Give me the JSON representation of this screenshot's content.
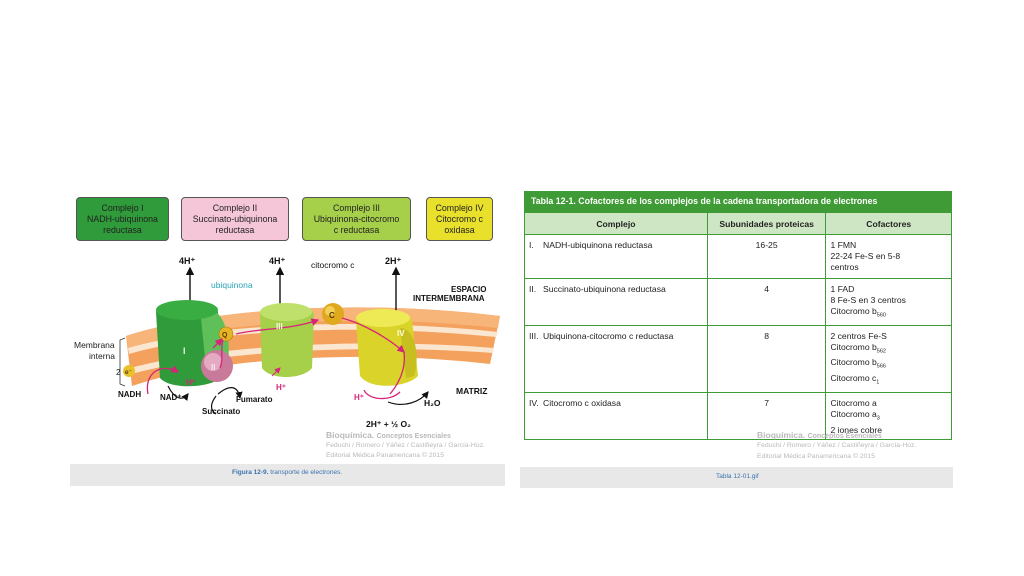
{
  "figure": {
    "complex_boxes": [
      {
        "lines": [
          "Complejo I",
          "NADH-ubiquinona",
          "reductasa"
        ],
        "color": "#2f9b3a"
      },
      {
        "lines": [
          "Complejo II",
          "Succinato-ubiquinona",
          "reductasa"
        ],
        "color": "#f5c6d8"
      },
      {
        "lines": [
          "Complejo III",
          "Ubiquinona-citocromo",
          "c reductasa"
        ],
        "color": "#a6cf4a"
      },
      {
        "lines": [
          "Complejo IV",
          "Citocromo c",
          "oxidasa"
        ],
        "color": "#e8e02a"
      }
    ],
    "labels": {
      "h4_1": "4H⁺",
      "h4_2": "4H⁺",
      "h2": "2H⁺",
      "citocromo_c": "citocromo c",
      "ubiquinona": "ubiquinona",
      "espacio": "ESPACIO",
      "intermembrana": "INTERMEMBRANA",
      "membrana": "Membrana",
      "interna": "interna",
      "matriz": "MATRIZ",
      "nadh": "NADH",
      "nad": "NAD⁺",
      "h_plus": "H⁺",
      "succinato": "Succinato",
      "fumarato": "Fumarato",
      "e_minus": "e⁻",
      "two": "2",
      "oxygen": "2H⁺ + ½ O₂",
      "water": "H₂O",
      "complex_I": "I",
      "complex_II": "II",
      "complex_III": "III",
      "complex_IV": "IV",
      "q": "Q",
      "c": "C"
    },
    "watermark": {
      "title": "Bioquímica.",
      "subtitle": "Conceptos Esenciales",
      "authors": "Feduchi / Romero / Yáñez / Castifieyra / García-Hoz.",
      "publisher": "Editorial Médica Panamericana © 2015"
    },
    "caption_bold": "Figura 12-9.",
    "caption_text": " transporte de electrones."
  },
  "table": {
    "title": "Tabla 12-1. Cofactores de los complejos de la cadena transportadora de electrones",
    "headers": [
      "Complejo",
      "Subunidades proteicas",
      "Cofactores"
    ],
    "rows": [
      {
        "num": "I.",
        "name": "NADH-ubiquinona reductasa",
        "subunits": "16-25",
        "cofactors": [
          "1 FMN",
          "22-24 Fe-S en 5-8",
          "centros"
        ]
      },
      {
        "num": "II.",
        "name": "Succinato-ubiquinona reductasa",
        "subunits": "4",
        "cofactors": [
          "1 FAD",
          "8 Fe-S en 3 centros",
          "Citocromo b560"
        ]
      },
      {
        "num": "III.",
        "name": "Ubiquinona-citocromo c reductasa",
        "subunits": "8",
        "cofactors": [
          "2 centros Fe-S",
          "Citocromo b562",
          "Citocromo b566",
          "Citocromo c1"
        ]
      },
      {
        "num": "IV.",
        "name": "Citocromo c oxidasa",
        "subunits": "7",
        "cofactors": [
          "Citocromo a",
          "Citocromo a3",
          "2 iones cobre"
        ]
      }
    ],
    "watermark": {
      "title": "Bioquímica.",
      "subtitle": "Conceptos Esenciales",
      "authors": "Feduchi / Romero / Yáñez / Castiñeyra / García-Hoz.",
      "publisher": "Editorial Médica Panamericana © 2015"
    },
    "caption": "Tabla 12-01.gif"
  }
}
